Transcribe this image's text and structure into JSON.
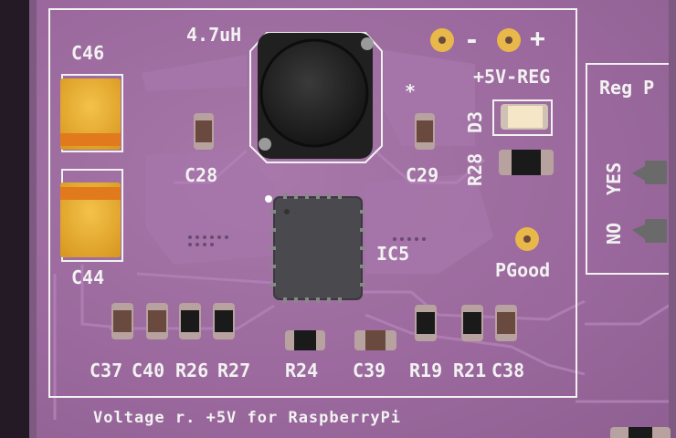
{
  "board": {
    "colors": {
      "soldermask": "#9a689c",
      "silkscreen": "#f2f2f2",
      "copper_pad": "#e8b84a",
      "ic_body": "#4a4a4e"
    },
    "labels": {
      "c46": "C46",
      "c44": "C44",
      "inductor": "4.7uH",
      "c28": "C28",
      "c29": "C29",
      "star": "*",
      "minus": "-",
      "plus": "+",
      "reg5v": "+5V-REG",
      "d3": "D3",
      "r28": "R28",
      "ic5": "IC5",
      "pgood": "PGood",
      "reg_p": "Reg P",
      "yes": "YES",
      "no": "NO",
      "c37": "C37",
      "c40": "C40",
      "r26": "R26",
      "r27": "R27",
      "r24": "R24",
      "c39": "C39",
      "r19": "R19",
      "r21": "R21",
      "c38": "C38",
      "footer": "Voltage r. +5V for RaspberryPi"
    }
  }
}
